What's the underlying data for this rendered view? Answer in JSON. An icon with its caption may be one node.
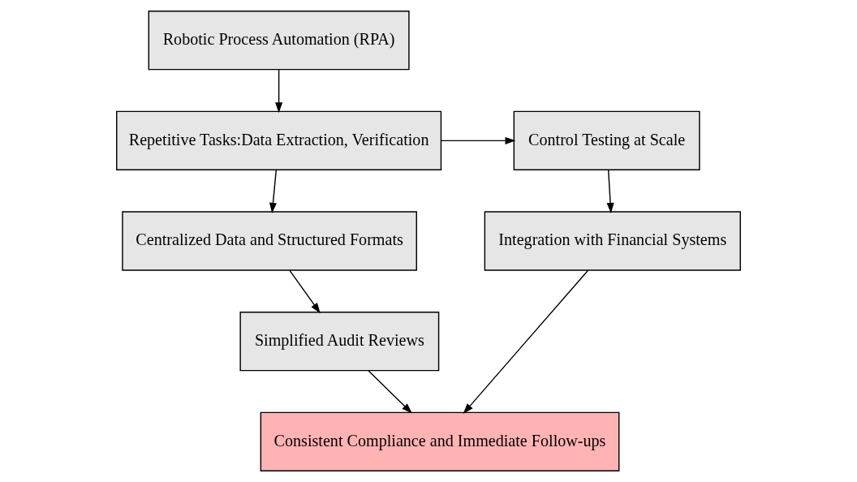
{
  "diagram": {
    "nodes": [
      {
        "text": [
          "Robotic Process Automation (RPA)"
        ]
      },
      {
        "text": [
          "Repetitive Tasks:Data Extraction, Verification"
        ]
      },
      {
        "text": [
          "Control Testing at Scale"
        ]
      },
      {
        "text": [
          "Centralized Data and Structured Formats"
        ]
      },
      {
        "text": [
          "Integration with Financial Systems"
        ]
      },
      {
        "text": [
          "Simplified Audit Reviews"
        ]
      },
      {
        "text": [
          "Consistent Compliance and Immediate Follow-ups"
        ]
      }
    ],
    "edges": [
      {
        "from": 0,
        "to": 1,
        "arrow": "to"
      },
      {
        "from": 1,
        "to": 2,
        "arrow": "to"
      },
      {
        "from": 1,
        "to": 3,
        "arrow": "to"
      },
      {
        "from": 2,
        "to": 4,
        "arrow": "to"
      },
      {
        "from": 3,
        "to": 5,
        "arrow": "to"
      },
      {
        "from": 5,
        "to": 6,
        "arrow": "to"
      },
      {
        "from": 4,
        "to": 6,
        "arrow": "to"
      }
    ]
  }
}
